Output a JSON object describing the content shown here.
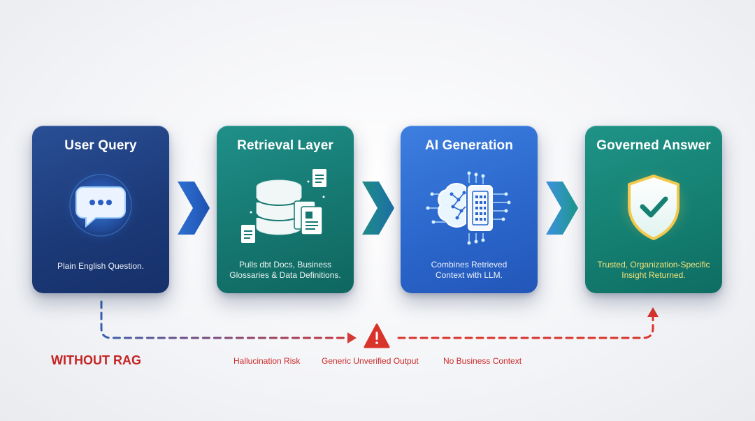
{
  "cards": [
    {
      "title": "User Query",
      "description": "Plain English Question."
    },
    {
      "title": "Retrieval Layer",
      "description_line1": "Pulls dbt Docs, Business",
      "description_line2": "Glossaries & Data Definitions."
    },
    {
      "title": "AI Generation",
      "description_line1": "Combines Retrieved",
      "description_line2": "Context with LLM."
    },
    {
      "title": "Governed Answer",
      "description_line1": "Trusted, Organization-Specific",
      "description_line2": "Insight Returned."
    }
  ],
  "without_rag": {
    "label": "WITHOUT RAG",
    "risks": [
      "Hallucination Risk",
      "Generic Unverified Output",
      "No Business Context"
    ],
    "warning_icon": "warning-triangle-icon"
  },
  "icons": [
    "chat-bubble-icon",
    "database-documents-icon",
    "brain-chip-icon",
    "shield-check-icon",
    "chevron-right-icon"
  ],
  "colors": {
    "user_query": "#1c3a78",
    "retrieval": "#157770",
    "ai_generation": "#2b67cc",
    "governed": "#148072",
    "warning": "#d9342b",
    "answer_highlight": "#f6e37a"
  }
}
